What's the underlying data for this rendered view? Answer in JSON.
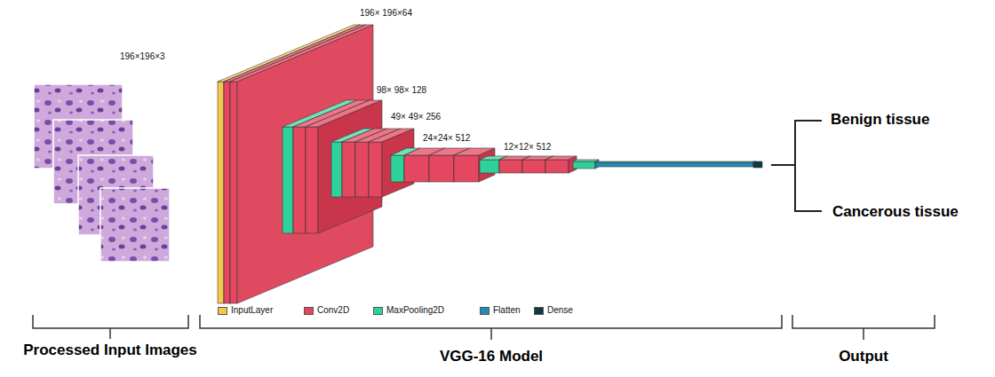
{
  "diagram": {
    "labels": [
      "196×196×3",
      "196× 196×64",
      "98× 98× 128",
      "49× 49× 256",
      "24×24× 512",
      "12×12× 512",
      "Benign tissue",
      "Cancerous tissue",
      "Processed Input Images",
      "VGG-16 Model",
      "Output"
    ],
    "legend": [
      {
        "text": "InputLayer",
        "color": "#f5c84c"
      },
      {
        "text": "Conv2D",
        "color": "#e4475f"
      },
      {
        "text": "MaxPooling2D",
        "color": "#2fd19a"
      },
      {
        "text": "Flatten",
        "color": "#1f8db6"
      },
      {
        "text": "Dense",
        "color": "#0d3a46"
      }
    ]
  }
}
